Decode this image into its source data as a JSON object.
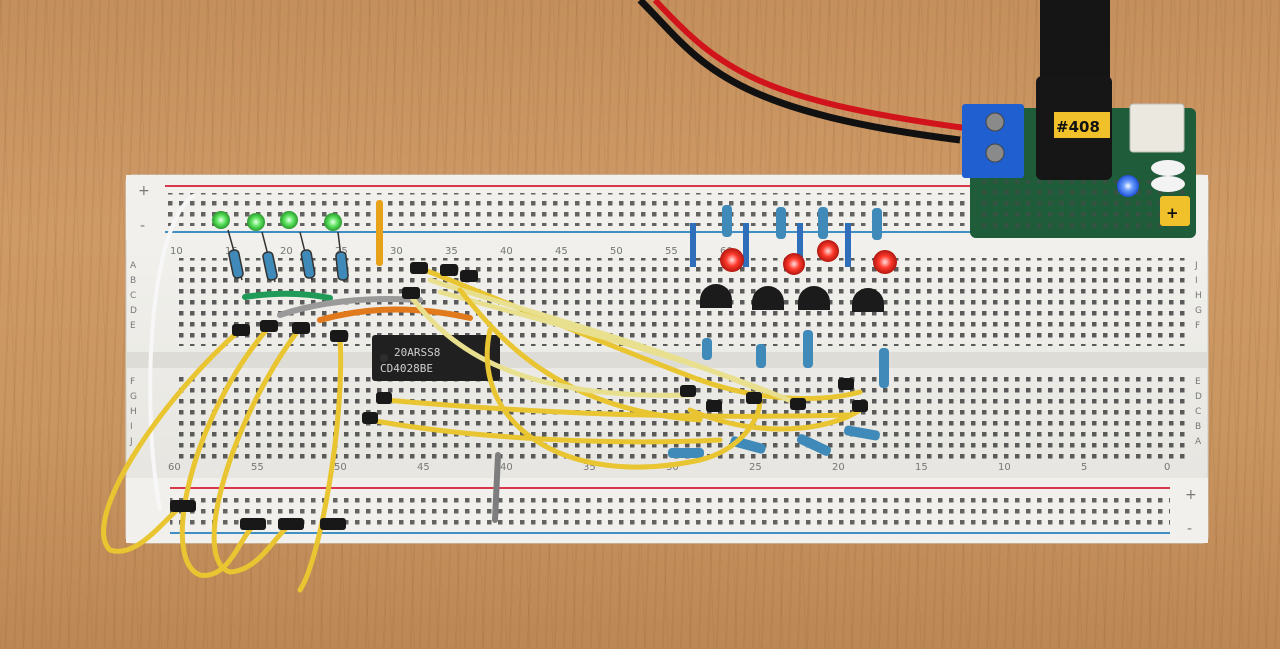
{
  "scene": {
    "chip_label_line1": "20ARSS8",
    "chip_label_line2": "CD4028BE",
    "power_module_tag": "#408",
    "plus_glyph": "+"
  },
  "breadboard": {
    "rail_plus": "+",
    "rail_minus": "-",
    "top_numbers": [
      "10",
      "15",
      "20",
      "25",
      "30",
      "35",
      "40",
      "45",
      "50",
      "55",
      "60"
    ],
    "bottom_numbers": [
      "60",
      "55",
      "50",
      "45",
      "40",
      "35",
      "30",
      "25",
      "20",
      "15",
      "10",
      "5",
      "0"
    ],
    "left_rows_top": [
      "A",
      "B",
      "C",
      "D",
      "E"
    ],
    "left_rows_bottom": [
      "F",
      "G",
      "H",
      "I",
      "J"
    ],
    "right_rows_top": [
      "J",
      "I",
      "H",
      "G",
      "F"
    ],
    "right_rows_bottom": [
      "E",
      "D",
      "C",
      "B",
      "A"
    ]
  },
  "colors": {
    "wire_yellow": "#e8c531",
    "wire_pale": "#e9e08f",
    "led_green": "#58e05a",
    "led_red": "#e3231c",
    "led_blue": "#2f6cff",
    "terminal_blue": "#1f5fd0",
    "resistor_blue": "#3f8ab8"
  }
}
